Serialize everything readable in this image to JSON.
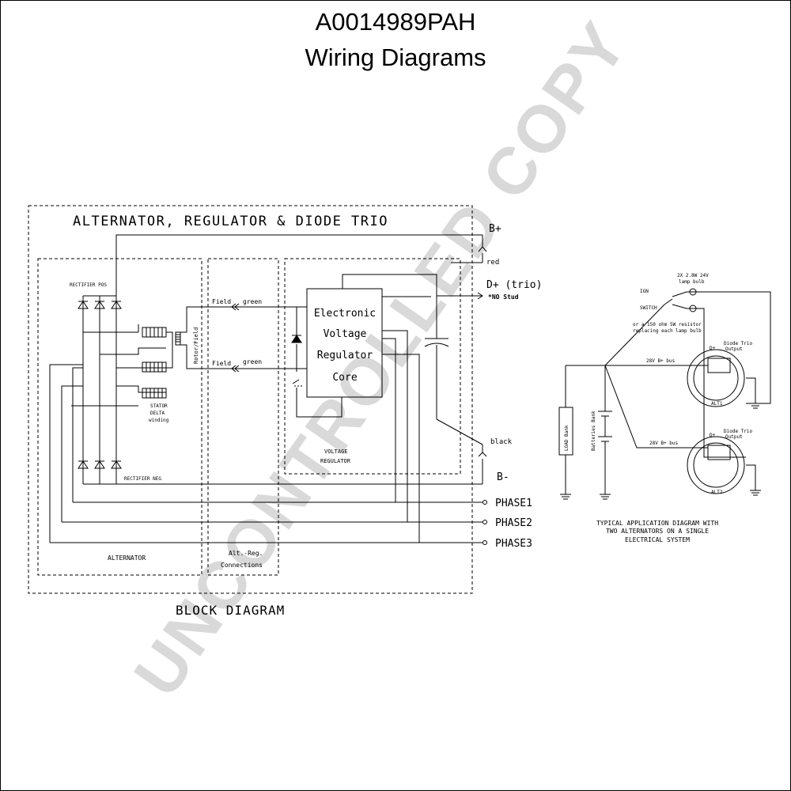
{
  "header": {
    "title": "A0014989PAH",
    "subtitle": "Wiring Diagrams"
  },
  "watermark": {
    "text": "UNCONTROLLED COPY",
    "color": "#d9d9d9"
  },
  "block_diagram": {
    "box_title": "ALTERNATOR, REGULATOR & DIODE TRIO",
    "caption": "BLOCK DIAGRAM",
    "alternator_label": "ALTERNATOR",
    "connections_label_1": "Alt.-Reg.",
    "connections_label_2": "Connections",
    "rectifier_pos": "RECTIFIER POS",
    "rectifier_neg": "RECTIFIER NEG",
    "stator_1": "STATOR",
    "stator_2": "DELTA",
    "stator_3": "winding",
    "rotor_field": "Rotor/Field",
    "field_1": "Field",
    "field_2": "Field",
    "green_1": "green",
    "green_2": "green",
    "regulator_core": [
      "Electronic",
      "Voltage",
      "Regulator",
      "Core"
    ],
    "voltage_regulator_1": "VOLTAGE",
    "voltage_regulator_2": "REGULATOR",
    "terminals": {
      "b_plus": "B+",
      "red": "red",
      "d_plus": "D+ (trio)",
      "no_stud": "*NO Stud",
      "black": "black",
      "b_minus": "B-",
      "phase1": "PHASE1",
      "phase2": "PHASE2",
      "phase3": "PHASE3"
    }
  },
  "application_diagram": {
    "lamp_note_1": "2X 2.8W 24V",
    "lamp_note_2": "lamp bulb",
    "ign": "IGN",
    "switch": "SWITCH",
    "resistor_note_1": "or a 150 ohm 5W resistor",
    "resistor_note_2": "replacing each lamp bulb",
    "diode_trio_1a": "Diode Trio",
    "diode_trio_1b": "Output",
    "d_plus_1": "D+",
    "bus_1": "28V B+ bus",
    "alt1": "ALT1",
    "load_bank": "LOAD Bank",
    "batteries_bank": "Batteries Bank",
    "bus_2": "28V B+ bus",
    "diode_trio_2a": "Diode Trio",
    "diode_trio_2b": "Output",
    "d_plus_2": "D+",
    "alt2": "ALT2",
    "caption_1": "TYPICAL APPLICATION DIAGRAM WITH",
    "caption_2": "TWO ALTERNATORS ON A SINGLE",
    "caption_3": "ELECTRICAL SYSTEM"
  },
  "colors": {
    "line": "#000000",
    "watermark": "#d9d9d9"
  }
}
